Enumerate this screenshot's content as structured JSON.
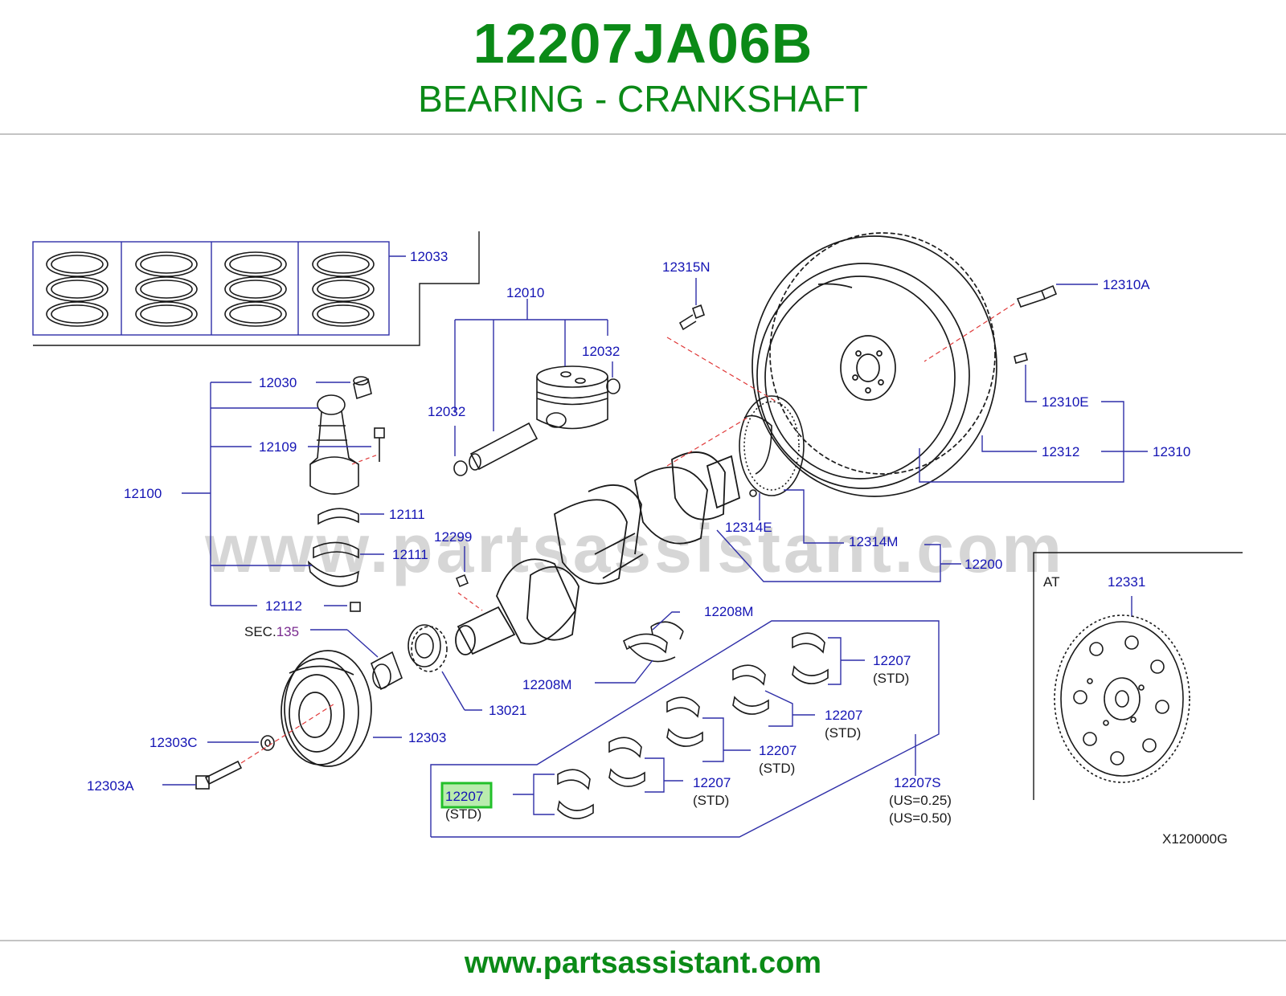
{
  "header": {
    "part_number": "12207JA06B",
    "title": "BEARING - CRANKSHAFT"
  },
  "footer": {
    "url": "www.partsassistant.com"
  },
  "watermark": "www.partsassistant.com",
  "colors": {
    "brand_green": "#0b8a17",
    "callout_blue": "#1414b4",
    "reference_purple": "#7a2a8f",
    "highlight_border": "#22c02a",
    "highlight_fill": "#b9ecae",
    "line_art": "#1a1a1a",
    "leader": "#2f2fa8",
    "dashed_axis": "#e03a3a"
  },
  "diagram": {
    "drawing_code": "X120000G",
    "at_label": "AT",
    "sec_prefix": "SEC.",
    "sec_number": "135",
    "labels": {
      "p12033": "12033",
      "p12010": "12010",
      "p12315N": "12315N",
      "p12310A": "12310A",
      "p12032a": "12032",
      "p12032b": "12032",
      "p12030": "12030",
      "p12109": "12109",
      "p12100": "12100",
      "p12111a": "12111",
      "p12111b": "12111",
      "p12112": "12112",
      "p12299": "12299",
      "p12310E": "12310E",
      "p12312": "12312",
      "p12310": "12310",
      "p12314E": "12314E",
      "p12314M": "12314M",
      "p12200": "12200",
      "p12331": "12331",
      "p12208Ma": "12208M",
      "p12208Mb": "12208M",
      "p13021": "13021",
      "p12303": "12303",
      "p12303C": "12303C",
      "p12303A": "12303A",
      "p12207a": "12207",
      "p12207b": "12207",
      "p12207c": "12207",
      "p12207d": "12207",
      "p12207_highlight": "12207",
      "p12207S": "12207S",
      "std": "(STD)",
      "us025": "(US=0.25)",
      "us050": "(US=0.50)"
    }
  }
}
